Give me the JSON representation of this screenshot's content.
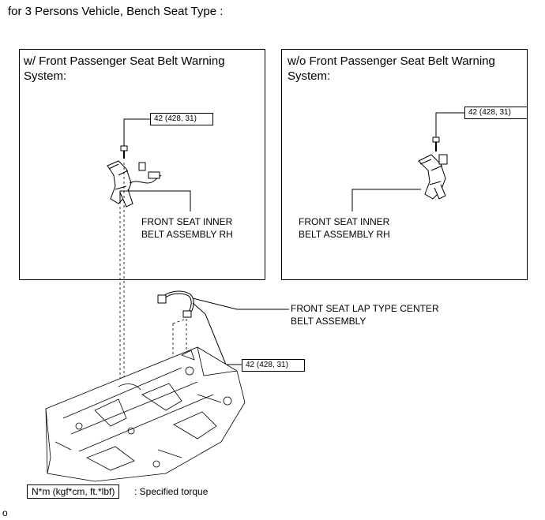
{
  "title": "for 3 Persons Vehicle, Bench Seat Type :",
  "panels": [
    {
      "title_line1": "w/ Front Passenger Seat Belt Warning",
      "title_line2": "System:",
      "torque": "42 (428, 31)",
      "part_label_line1": "FRONT SEAT INNER",
      "part_label_line2": "BELT ASSEMBLY RH"
    },
    {
      "title_line1": "w/o Front Passenger Seat Belt Warning",
      "title_line2": "System:",
      "torque": "42 (428, 31)",
      "part_label_line1": "FRONT SEAT INNER",
      "part_label_line2": "BELT ASSEMBLY RH"
    }
  ],
  "center": {
    "torque": "42 (428, 31)",
    "part_label_line1": "FRONT SEAT LAP TYPE CENTER",
    "part_label_line2": "BELT ASSEMBLY"
  },
  "legend": {
    "unit_box": "N*m (kgf*cm, ft.*lbf)",
    "description": ": Specified torque"
  },
  "footer_mark": "o"
}
